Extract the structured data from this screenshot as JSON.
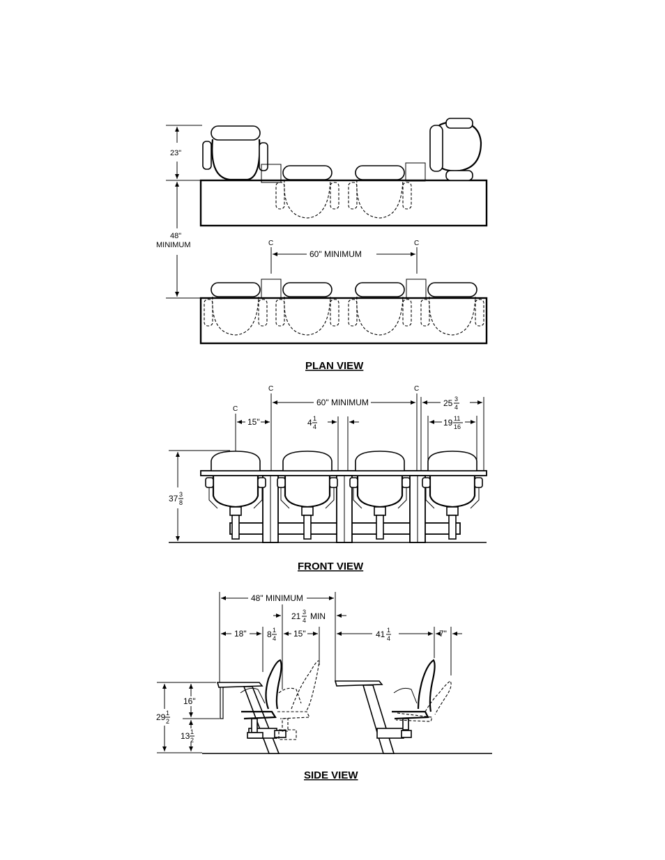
{
  "plan_view": {
    "title": "PLAN VIEW",
    "dim_23": "23\"",
    "dim_48": "48\"",
    "dim_minimum": "MINIMUM",
    "dim_60": "60\" MINIMUM",
    "centerline": "C"
  },
  "front_view": {
    "title": "FRONT VIEW",
    "dim_60": "60\" MINIMUM",
    "dim_15": "15\"",
    "dim_4_whole": "4",
    "dim_4_num": "1",
    "dim_4_den": "4",
    "dim_25_whole": "25",
    "dim_25_num": "3",
    "dim_25_den": "4",
    "dim_19_whole": "19",
    "dim_19_num": "11",
    "dim_19_den": "16",
    "dim_37_whole": "37",
    "dim_37_num": "3",
    "dim_37_den": "8",
    "centerline": "C"
  },
  "side_view": {
    "title": "SIDE VIEW",
    "dim_48": "48\" MINIMUM",
    "dim_21_whole": "21",
    "dim_21_num": "3",
    "dim_21_den": "4",
    "dim_21_suffix": "MIN",
    "dim_18": "18\"",
    "dim_8_whole": "8",
    "dim_8_num": "1",
    "dim_8_den": "4",
    "dim_15": "15\"",
    "dim_41_whole": "41",
    "dim_41_num": "1",
    "dim_41_den": "4",
    "dim_7": "7\"",
    "dim_16": "16\"",
    "dim_29_whole": "29",
    "dim_29_num": "1",
    "dim_29_den": "2",
    "dim_13_whole": "13",
    "dim_13_num": "1",
    "dim_13_den": "2"
  }
}
